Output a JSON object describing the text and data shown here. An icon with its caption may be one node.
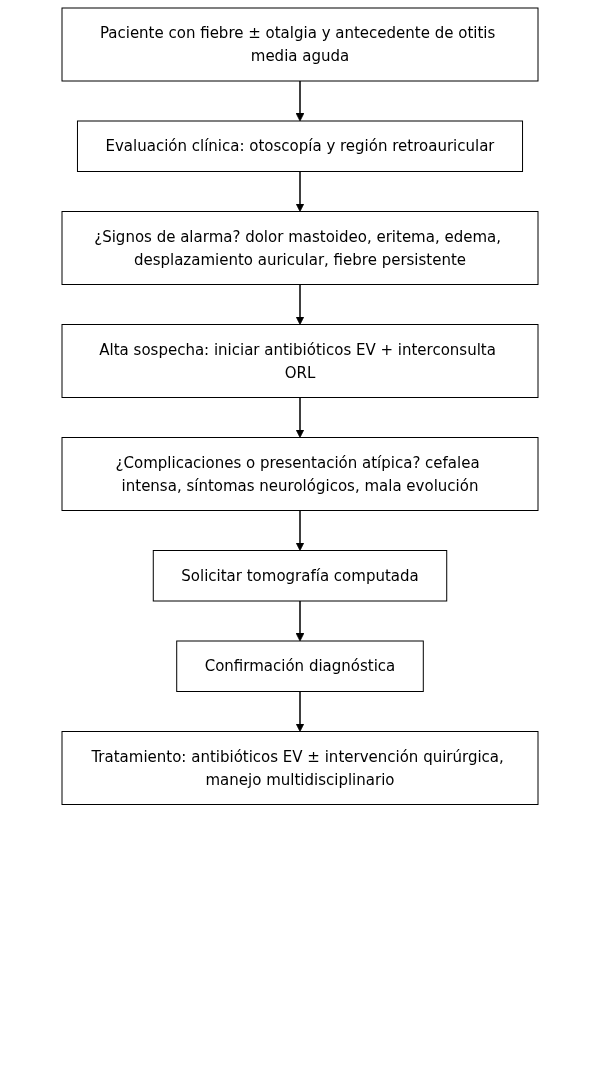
{
  "diagram": {
    "nodes": [
      {
        "text": [
          "Paciente con fiebre ± otalgia y antecedente de otitis media aguda"
        ]
      },
      {
        "text": [
          "Evaluación clínica: otoscopía y región retroauricular"
        ]
      },
      {
        "text": [
          "¿Signos de alarma? dolor mastoideo, eritema, edema, desplazamiento auricular, fiebre persistente"
        ]
      },
      {
        "text": [
          "Alta sospecha: iniciar antibióticos EV + interconsulta ORL"
        ]
      },
      {
        "text": [
          "¿Complicaciones o presentación atípica? cefalea intensa, síntomas neurológicos, mala evolución"
        ]
      },
      {
        "text": [
          "Solicitar tomografía computada"
        ]
      },
      {
        "text": [
          "Confirmación diagnóstica"
        ]
      },
      {
        "text": [
          "Tratamiento: antibióticos EV ± intervención quirúrgica, manejo multidisciplinario"
        ]
      }
    ],
    "edges": [
      {
        "from": 0,
        "to": 1,
        "arrow": "to"
      },
      {
        "from": 1,
        "to": 2,
        "arrow": "to"
      },
      {
        "from": 2,
        "to": 3,
        "arrow": "to"
      },
      {
        "from": 3,
        "to": 4,
        "arrow": "to"
      },
      {
        "from": 4,
        "to": 5,
        "arrow": "to"
      },
      {
        "from": 5,
        "to": 6,
        "arrow": "to"
      },
      {
        "from": 6,
        "to": 7,
        "arrow": "to"
      }
    ]
  }
}
